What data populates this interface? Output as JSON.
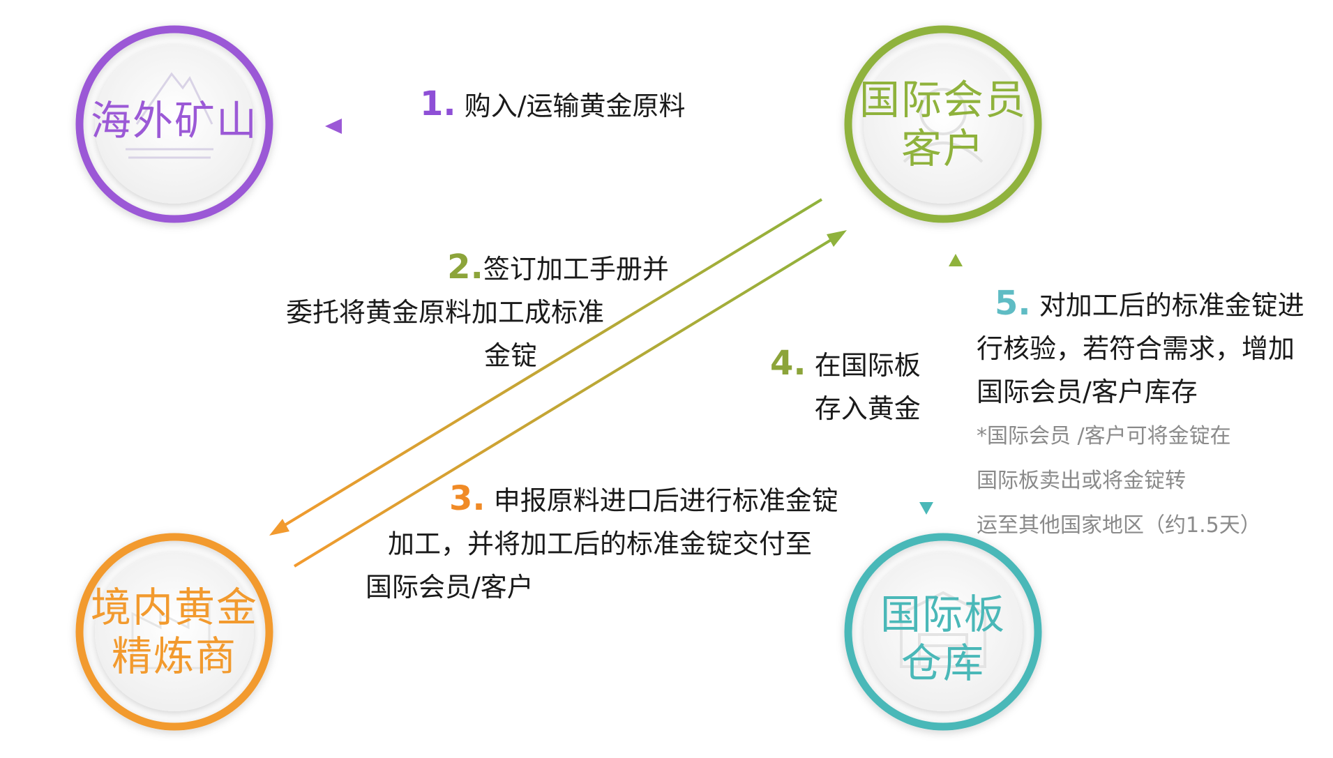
{
  "colors": {
    "mine": "#9b59d6",
    "member": "#8fb23c",
    "refiner": "#f29a2e",
    "warehouse": "#4ab8b8",
    "step_num_1": "#8e4fd6",
    "step_num_2": "#8ca43a",
    "step_num_3": "#f08a26",
    "step_num_4": "#8ca43a",
    "step_num_5": "#5fbcc4"
  },
  "nodes": {
    "mine": {
      "lines": [
        "海外矿山"
      ],
      "icon": "mountain-icon"
    },
    "member": {
      "lines": [
        "国际会员",
        "客户"
      ],
      "icon": "person-icon"
    },
    "refiner": {
      "lines": [
        "境内黄金",
        "精炼商"
      ],
      "icon": "factory-icon"
    },
    "warehouse": {
      "lines": [
        "国际板",
        "仓库"
      ],
      "icon": "warehouse-icon"
    }
  },
  "steps": {
    "s1": {
      "num": "1.",
      "lines": [
        "购入/运输黄金原料"
      ]
    },
    "s2": {
      "num": "2.",
      "lines": [
        "签订加工手册并",
        "委托将黄金原料加工成标准",
        "金锭"
      ]
    },
    "s3": {
      "num": "3.",
      "lines": [
        "申报原料进口后进行标准金锭",
        "加工，并将加工后的标准金锭交付至",
        "国际会员/客户"
      ]
    },
    "s4": {
      "num": "4.",
      "lines": [
        "在国际板",
        "存入黄金"
      ]
    },
    "s5": {
      "num": "5.",
      "lines": [
        "对加工后的标准金锭进",
        "行核验，若符合需求，增加",
        "国际会员/客户库存"
      ]
    }
  },
  "note": {
    "lines": [
      "*国际会员 /客户可将金锭在",
      "国际板卖出或将金锭转",
      "运至其他国家地区（约1.5天）"
    ]
  }
}
